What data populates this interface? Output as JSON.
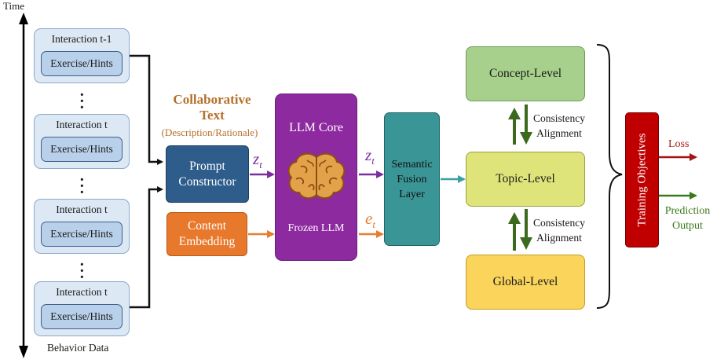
{
  "time_label": "Time",
  "behavior_label": "Behavior Data",
  "interactions": [
    {
      "title": "Interaction t-1",
      "content": "Exercise/Hints"
    },
    {
      "title": "Interaction t",
      "content": "Exercise/Hints"
    },
    {
      "title": "Interaction t",
      "content": "Exercise/Hints"
    },
    {
      "title": "Interaction t",
      "content": "Exercise/Hints"
    }
  ],
  "collab": {
    "title_line1": "Collaborative",
    "title_line2": "Text",
    "subtitle": "(Description/Rationale)"
  },
  "prompt_constructor": {
    "line1": "Prompt",
    "line2": "Constructor"
  },
  "content_embedding": {
    "line1": "Content",
    "line2": "Embedding"
  },
  "llm": {
    "core": "LLM Core",
    "frozen": "Frozen LLM"
  },
  "symbols": {
    "z": "z",
    "e": "e",
    "sub": "t"
  },
  "fusion": {
    "line1": "Semantic",
    "line2": "Fusion",
    "line3": "Layer"
  },
  "levels": {
    "concept": "Concept-Level",
    "topic": "Topic-Level",
    "global": "Global-Level"
  },
  "consistency": {
    "line1": "Consistency",
    "line2": "Alignment"
  },
  "training": "Training Objectives",
  "outputs": {
    "loss": "Loss",
    "prediction_line1": "Prediction",
    "prediction_line2": "Output"
  },
  "colors": {
    "prompt": "#2e5d8c",
    "embedding": "#e8782c",
    "llm": "#8e2aa0",
    "fusion": "#3a9596",
    "concept": "#a8d08d",
    "topic": "#dfe47a",
    "global": "#fbd55b",
    "training": "#c00000",
    "collab_text": "#b5702a",
    "arrow_purple": "#7b2f9e",
    "arrow_orange": "#e57e2e",
    "arrow_teal": "#3aa0a8",
    "arrow_green": "#3b6a1f",
    "loss": "#a31515",
    "prediction": "#3a7a1c"
  }
}
